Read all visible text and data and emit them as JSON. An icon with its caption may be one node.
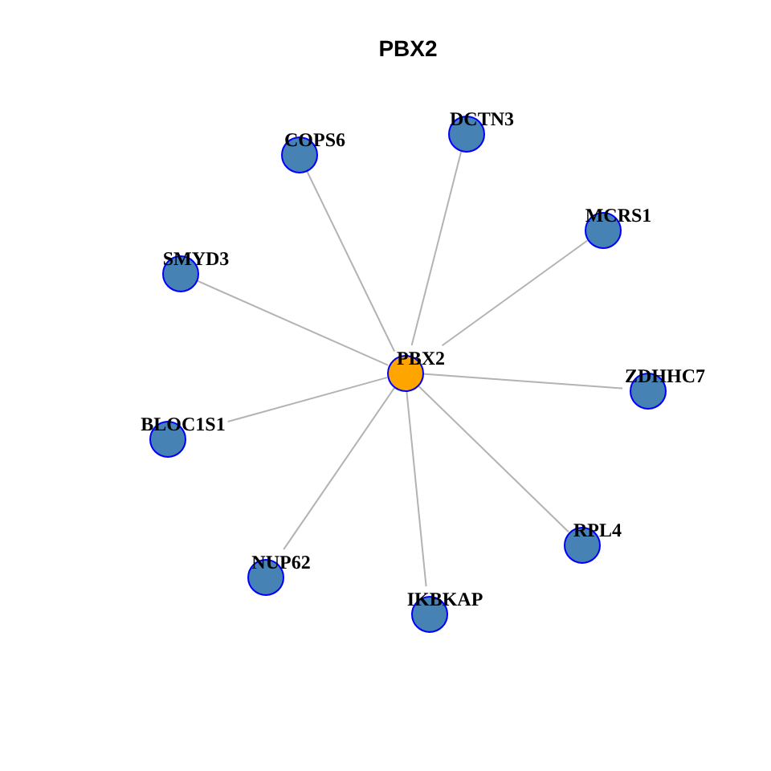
{
  "diagram": {
    "title": "PBX2",
    "nodes": [
      {
        "text": [
          "COPS6"
        ]
      },
      {
        "text": [
          "DCTN3"
        ]
      },
      {
        "text": [
          "MCRS1"
        ]
      },
      {
        "text": [
          "SMYD3"
        ]
      },
      {
        "text": [
          "PBX2"
        ]
      },
      {
        "text": [
          "ZDHHC7"
        ]
      },
      {
        "text": [
          "BLOC1S1"
        ]
      },
      {
        "text": [
          "RPL4"
        ]
      },
      {
        "text": [
          "NUP62"
        ]
      },
      {
        "text": [
          "IKBKAP"
        ]
      }
    ],
    "edges": [
      {
        "from": 4,
        "to": 0,
        "arrow": "none"
      },
      {
        "from": 4,
        "to": 1,
        "arrow": "none"
      },
      {
        "from": 4,
        "to": 2,
        "arrow": "none"
      },
      {
        "from": 4,
        "to": 3,
        "arrow": "none"
      },
      {
        "from": 4,
        "to": 5,
        "arrow": "none"
      },
      {
        "from": 4,
        "to": 6,
        "arrow": "none"
      },
      {
        "from": 4,
        "to": 7,
        "arrow": "none"
      },
      {
        "from": 4,
        "to": 8,
        "arrow": "none"
      },
      {
        "from": 4,
        "to": 9,
        "arrow": "none"
      }
    ]
  }
}
